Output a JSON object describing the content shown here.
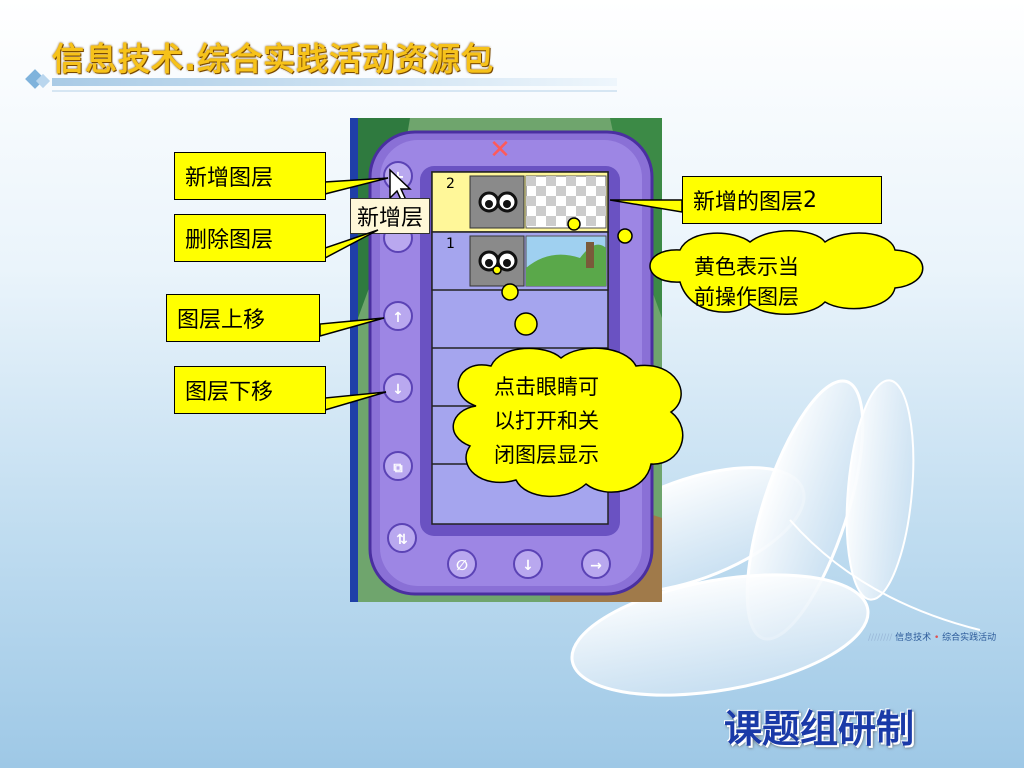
{
  "slide": {
    "title": "信息技术.综合实践活动资源包",
    "footer_small_prefix": "//////// ",
    "footer_small_a": "信息技术",
    "footer_small_sep": " • ",
    "footer_small_b": "综合实践活动",
    "footer_big": "课题组研制"
  },
  "callouts": {
    "add_layer": "新增图层",
    "delete_layer": "删除图层",
    "move_up": "图层上移",
    "move_down": "图层下移",
    "new_layer2_prefix": "新增的图层",
    "new_layer2_num": "2"
  },
  "clouds": {
    "yellow_line1": "黄色表示当",
    "yellow_line2": "前操作图层",
    "eye_line1": "点击眼睛可",
    "eye_line2": "以打开和关",
    "eye_line3": "闭图层显示"
  },
  "panel": {
    "tooltip": "新增层",
    "layers": [
      {
        "number": "2",
        "active": true
      },
      {
        "number": "1",
        "active": false
      }
    ]
  },
  "colors": {
    "panel_purple": "#9a7fe0",
    "active_layer": "#fff799",
    "layer_row": "#a9a9f2",
    "callout_yellow": "#ffff00"
  },
  "icons": [
    "close-x-icon",
    "add-layer-icon",
    "delete-layer-icon",
    "move-up-icon",
    "move-down-icon",
    "merge-icon",
    "flip-icon",
    "brush-icon",
    "down-arrow-icon",
    "right-arrow-icon",
    "eye-icon"
  ]
}
